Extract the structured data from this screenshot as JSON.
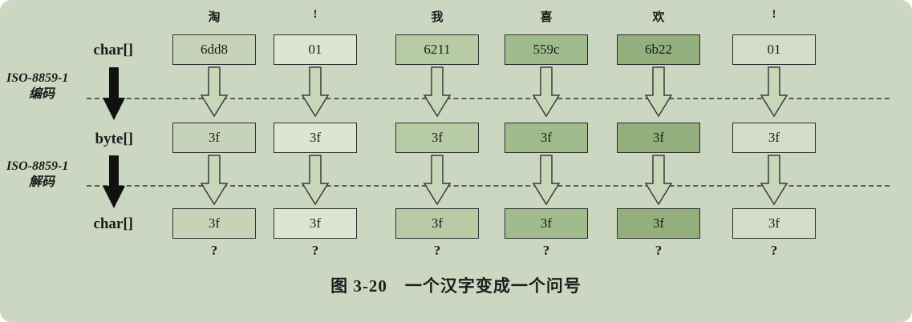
{
  "colors": {
    "background": "#ccd7c1",
    "arrow_fill": "#c9d7b9",
    "arrow_stroke": "#3a3a3a",
    "black_arrow": "#111111"
  },
  "rows": {
    "top_label": "char[]",
    "middle_label": "byte[]",
    "bottom_label": "char[]"
  },
  "steps": [
    {
      "line1": "ISO-8859-1",
      "line2": "编码"
    },
    {
      "line1": "ISO-8859-1",
      "line2": "解码"
    }
  ],
  "columns": [
    {
      "char": "淘",
      "char_hex": "6dd8",
      "byte_hex": "3f",
      "decoded_hex": "3f",
      "result": "?",
      "fill": "#c6d3b8"
    },
    {
      "char": "!",
      "char_hex": "01",
      "byte_hex": "3f",
      "decoded_hex": "3f",
      "result": "?",
      "fill": "#dde4d2"
    },
    {
      "char": "我",
      "char_hex": "6211",
      "byte_hex": "3f",
      "decoded_hex": "3f",
      "result": "?",
      "fill": "#b7cba5"
    },
    {
      "char": "喜",
      "char_hex": "559c",
      "byte_hex": "3f",
      "decoded_hex": "3f",
      "result": "?",
      "fill": "#a0bb8c"
    },
    {
      "char": "欢",
      "char_hex": "6b22",
      "byte_hex": "3f",
      "decoded_hex": "3f",
      "result": "?",
      "fill": "#92af7d"
    },
    {
      "char": "!",
      "char_hex": "01",
      "byte_hex": "3f",
      "decoded_hex": "3f",
      "result": "?",
      "fill": "#d3dcc6"
    }
  ],
  "caption": "图 3-20　一个汉字变成一个问号"
}
